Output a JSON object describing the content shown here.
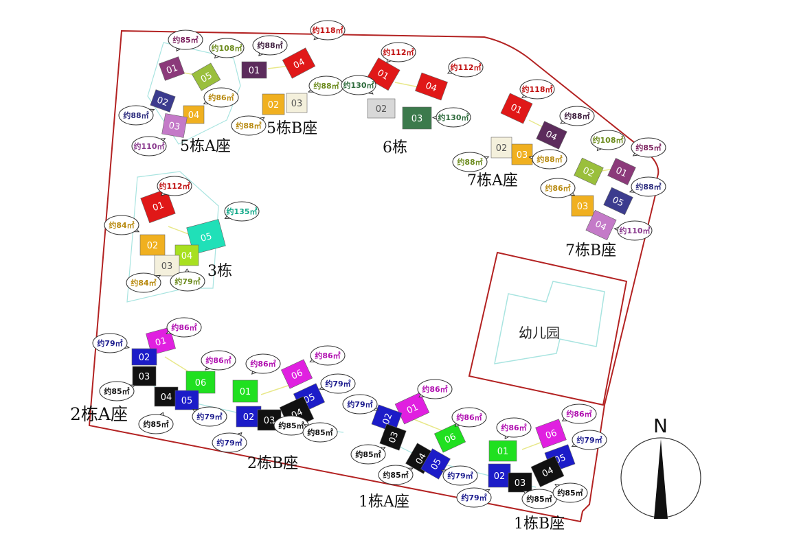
{
  "kindergarten_label": "幼儿园",
  "north_label": "N",
  "colors": {
    "boundary": "#b32222",
    "path": "#a8e4e0",
    "connector": "#e8e88a"
  },
  "buildings": [
    {
      "name": "5栋A座",
      "units": [
        {
          "num": "01",
          "area": "约85㎡",
          "color": "#8b3a7a",
          "text": "#7a1f5c"
        },
        {
          "num": "05",
          "area": "约108㎡",
          "color": "#9abf3c",
          "text": "#6b8a1c"
        },
        {
          "num": "02",
          "area": "约88㎡",
          "color": "#3c3c8e",
          "text": "#2c2c7e"
        },
        {
          "num": "04",
          "area": "约86㎡",
          "color": "#f0b020",
          "text": "#b88a10"
        },
        {
          "num": "03",
          "area": "约110㎡",
          "color": "#c47ac8",
          "text": "#8a3a8e"
        }
      ]
    },
    {
      "name": "5栋B座",
      "units": [
        {
          "num": "01",
          "area": "约88㎡",
          "color": "#5c2c5c",
          "text": "#3c1c3c"
        },
        {
          "num": "04",
          "area": "约118㎡",
          "color": "#e01818",
          "text": "#c01010"
        },
        {
          "num": "02",
          "area": "约88㎡",
          "color": "#f0b020",
          "text": "#b88a10"
        },
        {
          "num": "03",
          "area": "约88㎡",
          "color": "#f4f0dc",
          "text": "#6b8a1c"
        }
      ]
    },
    {
      "name": "6栋",
      "units": [
        {
          "num": "01",
          "area": "约112㎡",
          "color": "#e01818",
          "text": "#c01010"
        },
        {
          "num": "04",
          "area": "约112㎡",
          "color": "#e01818",
          "text": "#c01010"
        },
        {
          "num": "02",
          "area": "约130㎡",
          "color": "#d8d8d8",
          "text": "#2e6b3c"
        },
        {
          "num": "03",
          "area": "约130㎡",
          "color": "#3c7a4c",
          "text": "#2e6b3c"
        }
      ]
    },
    {
      "name": "7栋A座",
      "units": [
        {
          "num": "01",
          "area": "约118㎡",
          "color": "#e01818",
          "text": "#c01010"
        },
        {
          "num": "04",
          "area": "约88㎡",
          "color": "#5c2c5c",
          "text": "#3c1c3c"
        },
        {
          "num": "02",
          "area": "约88㎡",
          "color": "#f4f0dc",
          "text": "#6b8a1c"
        },
        {
          "num": "03",
          "area": "约88㎡",
          "color": "#f0b020",
          "text": "#b88a10"
        }
      ]
    },
    {
      "name": "7栋B座",
      "units": [
        {
          "num": "02",
          "area": "约108㎡",
          "color": "#9abf3c",
          "text": "#6b8a1c"
        },
        {
          "num": "01",
          "area": "约85㎡",
          "color": "#8b3a7a",
          "text": "#7a1f5c"
        },
        {
          "num": "03",
          "area": "约86㎡",
          "color": "#f0b020",
          "text": "#b88a10"
        },
        {
          "num": "05",
          "area": "约88㎡",
          "color": "#3c3c8e",
          "text": "#2c2c7e"
        },
        {
          "num": "04",
          "area": "约110㎡",
          "color": "#c47ac8",
          "text": "#8a3a8e"
        }
      ]
    },
    {
      "name": "3栋",
      "units": [
        {
          "num": "01",
          "area": "约112㎡",
          "color": "#e01818",
          "text": "#c01010"
        },
        {
          "num": "02",
          "area": "约84㎡",
          "color": "#f0b020",
          "text": "#b88a10"
        },
        {
          "num": "05",
          "area": "约135㎡",
          "color": "#20e0b8",
          "text": "#10a888"
        },
        {
          "num": "04",
          "area": "约79㎡",
          "color": "#a8e020",
          "text": "#6b8a1c"
        },
        {
          "num": "03",
          "area": "约84㎡",
          "color": "#f4f0dc",
          "text": "#b88a10"
        }
      ]
    },
    {
      "name": "2栋A座",
      "units": [
        {
          "num": "01",
          "area": "约86㎡",
          "color": "#e020e0",
          "text": "#b010b0"
        },
        {
          "num": "02",
          "area": "约79㎡",
          "color": "#1c1cc8",
          "text": "#1c1c8e"
        },
        {
          "num": "03",
          "area": "约85㎡",
          "color": "#111111",
          "text": "#111111"
        },
        {
          "num": "06",
          "area": "约86㎡",
          "color": "#20e020",
          "text": "#b010b0"
        },
        {
          "num": "04",
          "area": "约85㎡",
          "color": "#111111",
          "text": "#111111"
        },
        {
          "num": "05",
          "area": "约79㎡",
          "color": "#1c1cc8",
          "text": "#1c1c8e"
        }
      ]
    },
    {
      "name": "2栋B座",
      "units": [
        {
          "num": "01",
          "area": "约86㎡",
          "color": "#20e020",
          "text": "#b010b0"
        },
        {
          "num": "06",
          "area": "约86㎡",
          "color": "#e020e0",
          "text": "#b010b0"
        },
        {
          "num": "05",
          "area": "约79㎡",
          "color": "#1c1cc8",
          "text": "#1c1c8e"
        },
        {
          "num": "02",
          "area": "约79㎡",
          "color": "#1c1cc8",
          "text": "#1c1c8e"
        },
        {
          "num": "03",
          "area": "约85㎡",
          "color": "#111111",
          "text": "#111111"
        },
        {
          "num": "04",
          "area": "约85㎡",
          "color": "#111111",
          "text": "#111111"
        }
      ]
    },
    {
      "name": "1栋A座",
      "units": [
        {
          "num": "01",
          "area": "约86㎡",
          "color": "#e020e0",
          "text": "#b010b0"
        },
        {
          "num": "02",
          "area": "约79㎡",
          "color": "#1c1cc8",
          "text": "#1c1c8e"
        },
        {
          "num": "06",
          "area": "约86㎡",
          "color": "#20e020",
          "text": "#b010b0"
        },
        {
          "num": "03",
          "area": "约85㎡",
          "color": "#111111",
          "text": "#111111"
        },
        {
          "num": "04",
          "area": "约85㎡",
          "color": "#111111",
          "text": "#111111"
        },
        {
          "num": "05",
          "area": "约79㎡",
          "color": "#1c1cc8",
          "text": "#1c1c8e"
        }
      ]
    },
    {
      "name": "1栋B座",
      "units": [
        {
          "num": "01",
          "area": "约86㎡",
          "color": "#20e020",
          "text": "#b010b0"
        },
        {
          "num": "06",
          "area": "约86㎡",
          "color": "#e020e0",
          "text": "#b010b0"
        },
        {
          "num": "05",
          "area": "约79㎡",
          "color": "#1c1cc8",
          "text": "#1c1c8e"
        },
        {
          "num": "02",
          "area": "约79㎡",
          "color": "#1c1cc8",
          "text": "#1c1c8e"
        },
        {
          "num": "03",
          "area": "约85㎡",
          "color": "#111111",
          "text": "#111111"
        },
        {
          "num": "04",
          "area": "约85㎡",
          "color": "#111111",
          "text": "#111111"
        }
      ]
    }
  ]
}
